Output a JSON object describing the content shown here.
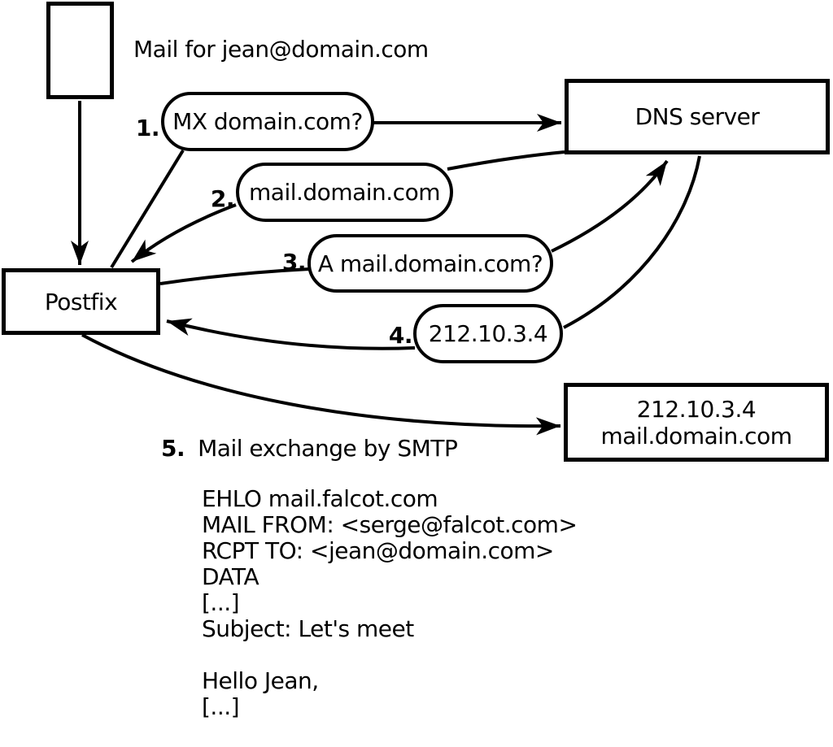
{
  "diagram": {
    "title": "Mail for jean@domain.com",
    "nodes": {
      "postfix": "Postfix",
      "dns": "DNS server",
      "dest_line1": "212.10.3.4",
      "dest_line2": "mail.domain.com"
    },
    "steps": [
      {
        "num": "1.",
        "label": "MX domain.com?"
      },
      {
        "num": "2.",
        "label": "mail.domain.com"
      },
      {
        "num": "3.",
        "label": "A mail.domain.com?"
      },
      {
        "num": "4.",
        "label": "212.10.3.4"
      },
      {
        "num": "5.",
        "label": "Mail exchange by SMTP"
      }
    ],
    "smtp_session": "EHLO mail.falcot.com\nMAIL FROM: <serge@falcot.com>\nRCPT TO: <jean@domain.com>\nDATA\n[...]\nSubject: Let's meet\n\nHello Jean,\n[...]\n\n.",
    "colors": {
      "line": "#000000",
      "background": "#ffffff"
    }
  }
}
